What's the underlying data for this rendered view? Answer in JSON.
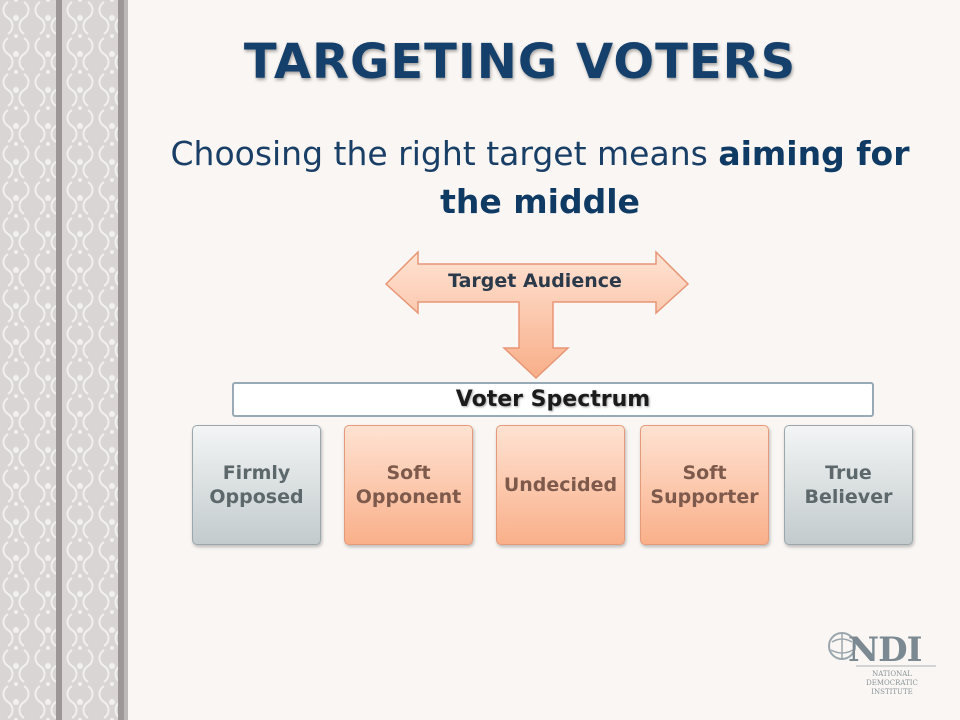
{
  "slide": {
    "title": "TARGETING VOTERS",
    "subtitle_part1": "Choosing the right target means ",
    "subtitle_emphasis": "aiming for the middle"
  },
  "diagram": {
    "target_label": "Target Audience",
    "spectrum_label": "Voter Spectrum",
    "categories": [
      {
        "line1": "Firmly",
        "line2": "Opposed",
        "style": "gray"
      },
      {
        "line1": "Soft",
        "line2": "Opponent",
        "style": "orange"
      },
      {
        "line1": "Undecided",
        "line2": "",
        "style": "orange"
      },
      {
        "line1": "Soft",
        "line2": "Supporter",
        "style": "orange"
      },
      {
        "line1": "True",
        "line2": "Believer",
        "style": "gray"
      }
    ]
  },
  "logo": {
    "name": "NDI",
    "line1": "NATIONAL",
    "line2": "DEMOCRATIC",
    "line3": "INSTITUTE"
  },
  "colors": {
    "title": "#14406b",
    "orange_fill": "#f9b08a",
    "gray_fill": "#c3cbcd",
    "background": "#f9f6f3"
  }
}
